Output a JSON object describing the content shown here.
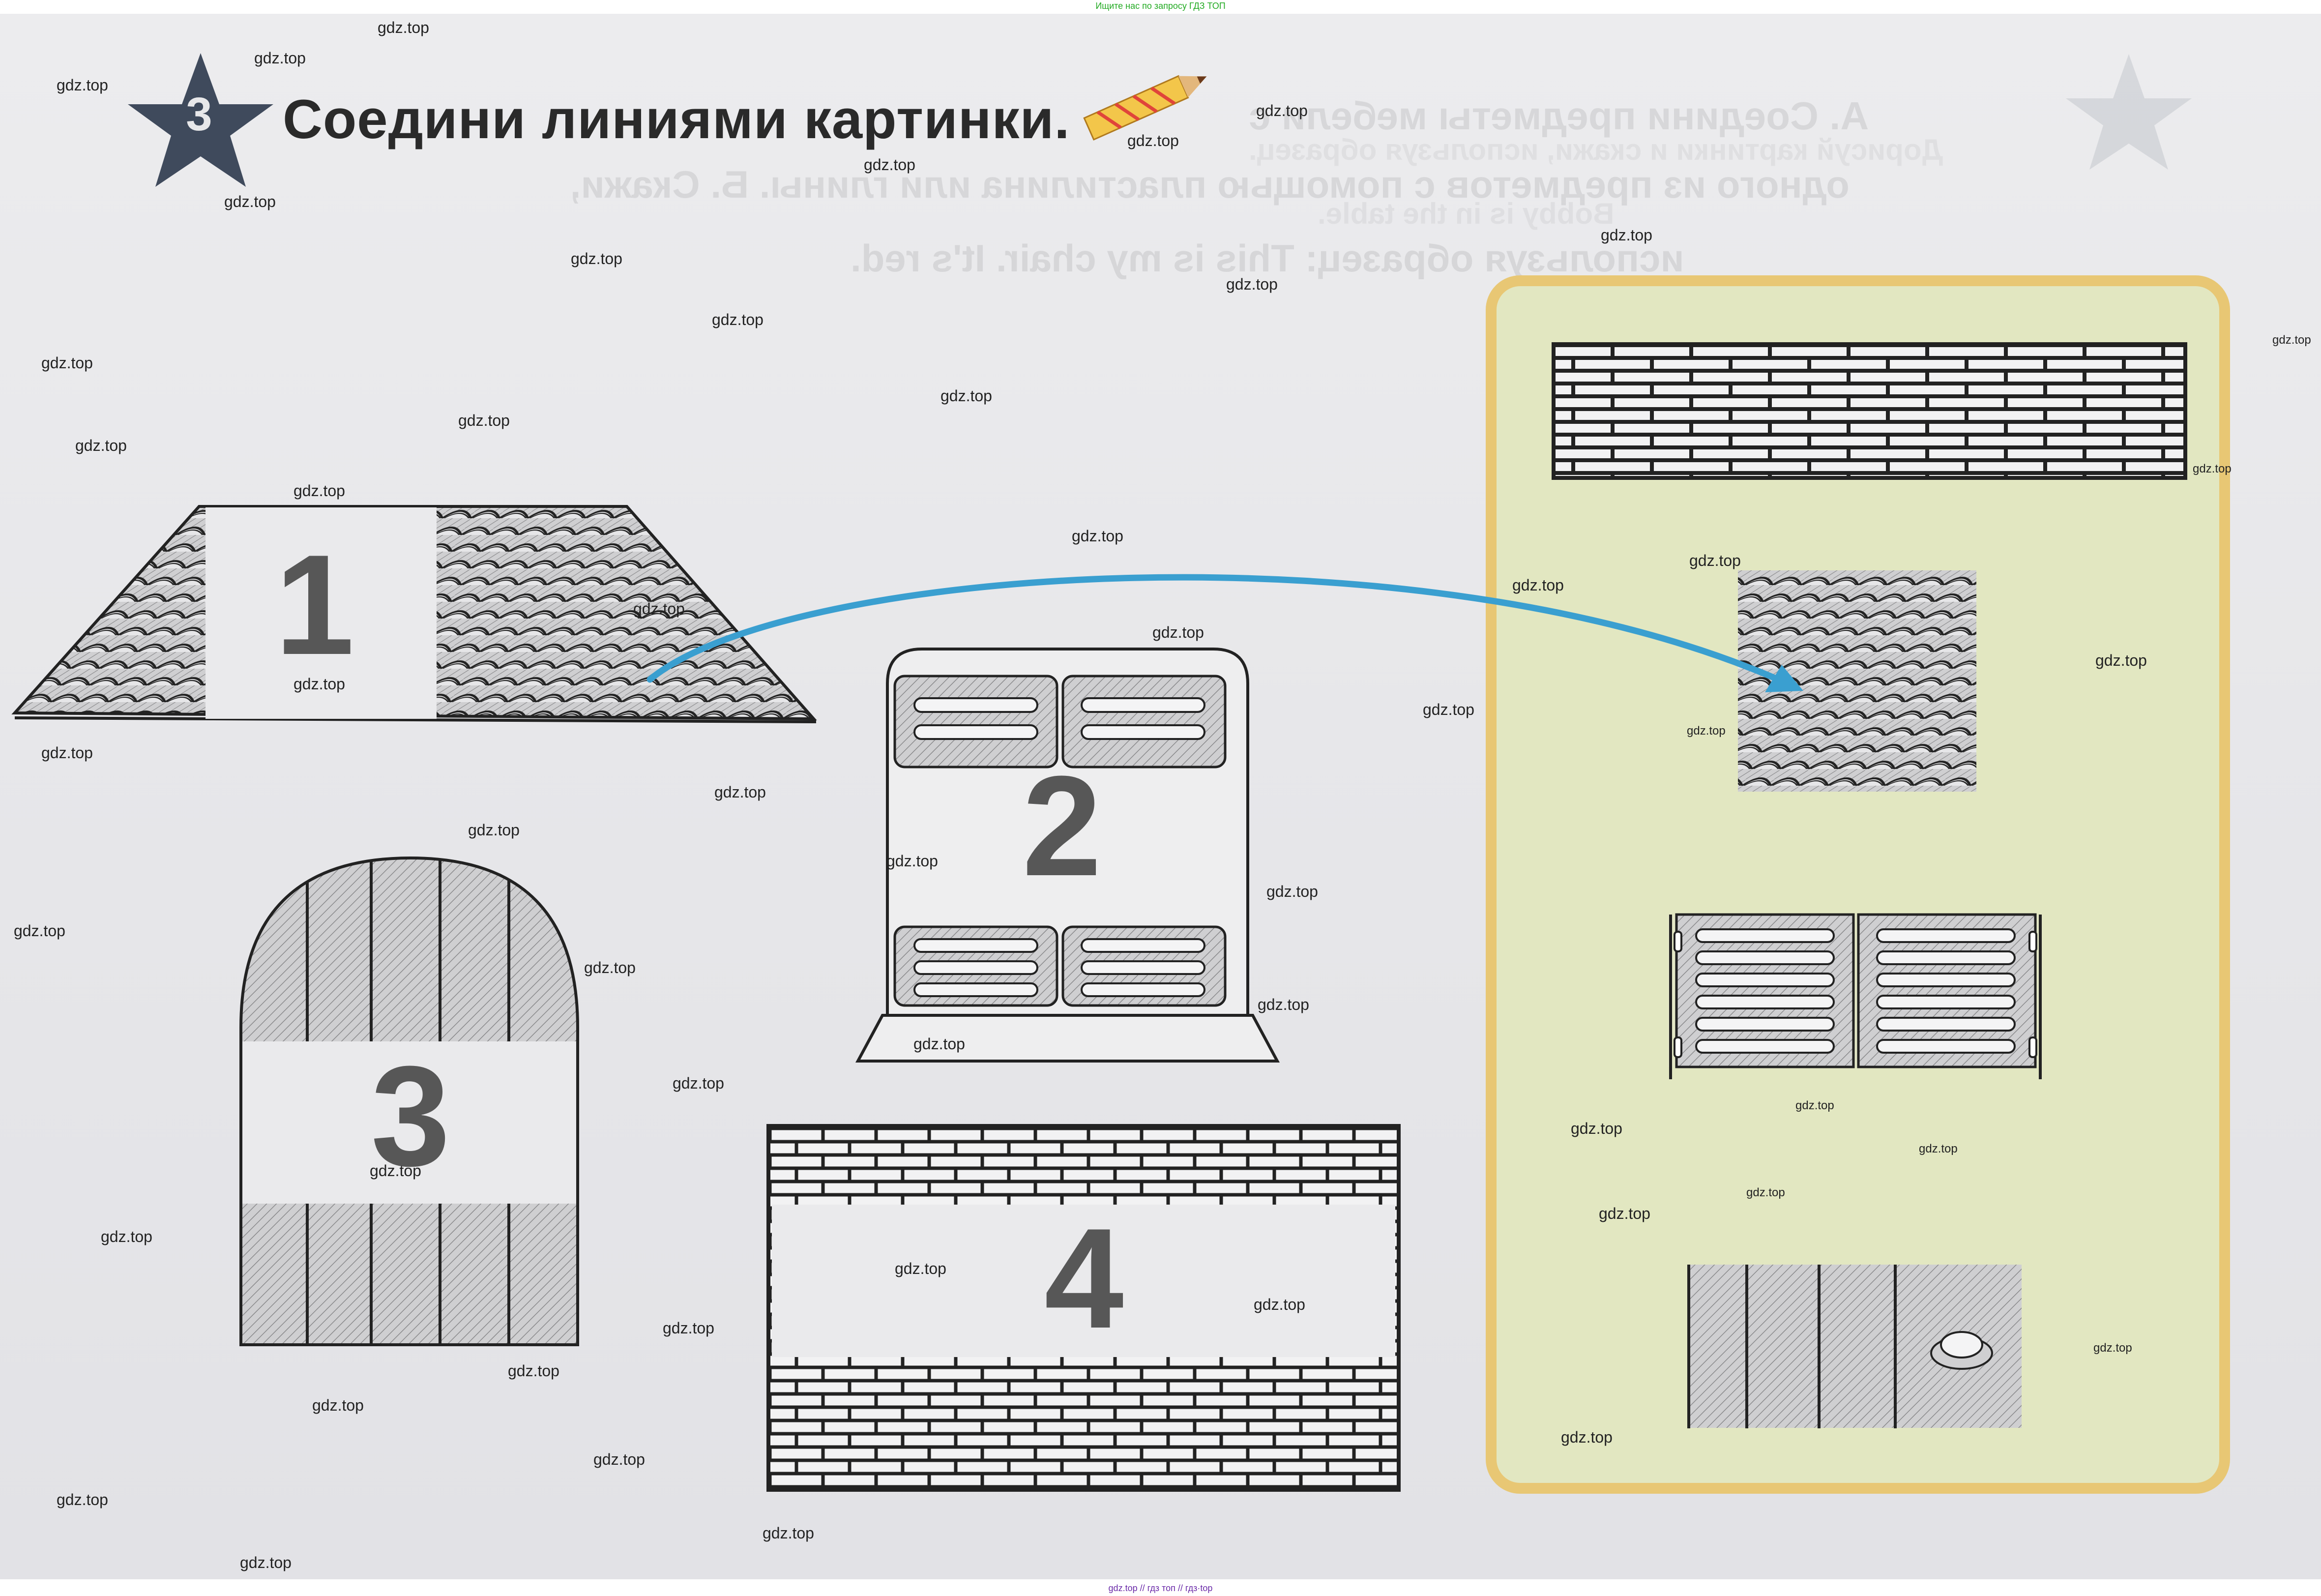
{
  "header": {
    "top_note": "Ищите нас по запросу ГДЗ ТОП",
    "task_number": "3",
    "title": "Соедини линиями картинки."
  },
  "background_text": {
    "line1": "А. Соедини предметы мебели с",
    "line2": "одного из предметов с помощью пластилина или глины. Б. Скажи,",
    "line3": "используя образец: This is my chair. It's red.",
    "faint1": "Дорисуй картинки и скажи, используя образец.",
    "faint2": "Bobby is in the table."
  },
  "pictures": {
    "roof": {
      "number": "1"
    },
    "window": {
      "number": "2"
    },
    "door": {
      "number": "3"
    },
    "wall": {
      "number": "4"
    }
  },
  "footer": {
    "note": "gdz.top // гдз топ // гдз·top"
  },
  "watermarks": [
    "gdz.top",
    "gdz.top",
    "gdz.top",
    "gdz.top",
    "gdz.top",
    "gdz.top",
    "gdz.top",
    "gdz.top",
    "gdz.top",
    "gdz.top",
    "gdz.top",
    "gdz.top",
    "gdz.top",
    "gdz.top",
    "gdz.top",
    "gdz.top",
    "gdz.top",
    "gdz.top",
    "gdz.top",
    "gdz.top",
    "gdz.top",
    "gdz.top",
    "gdz.top",
    "gdz.top",
    "gdz.top",
    "gdz.top",
    "gdz.top",
    "gdz.top",
    "gdz.top",
    "gdz.top",
    "gdz.top",
    "gdz.top",
    "gdz.top",
    "gdz.top",
    "gdz.top",
    "gdz.top",
    "gdz.top",
    "gdz.top",
    "gdz.top",
    "gdz.top",
    "gdz.top",
    "gdz.top",
    "gdz.top",
    "gdz.top",
    "gdz.top",
    "gdz.top",
    "gdz.top",
    "gdz.top",
    "gdz.top",
    "gdz.top",
    "gdz.top"
  ],
  "colors": {
    "panel_fill": "#e2e7c1",
    "panel_border": "#e8c774",
    "arrow": "#3a9fd0",
    "star": "#3f4a5c",
    "number_grey": "#575757"
  }
}
